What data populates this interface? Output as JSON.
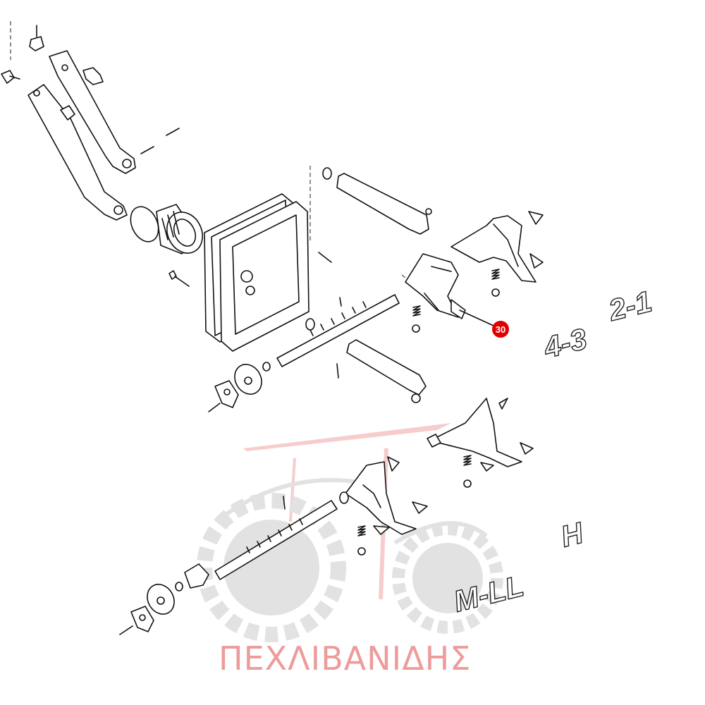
{
  "diagram": {
    "callouts": [
      {
        "id": "30",
        "label": "30"
      }
    ],
    "gear_labels": {
      "top_right": "2-1",
      "middle_right": "4-3",
      "bottom_right": "H",
      "bottom_center": "M-LL"
    },
    "watermark": {
      "text": "ΠΕΧΛΙΒΑΝΙΔΗΣ"
    },
    "colors": {
      "line": "#111111",
      "callout_badge": "#e00000",
      "watermark": "#e04a4a",
      "watermark_gear": "#9a9a9a"
    }
  }
}
